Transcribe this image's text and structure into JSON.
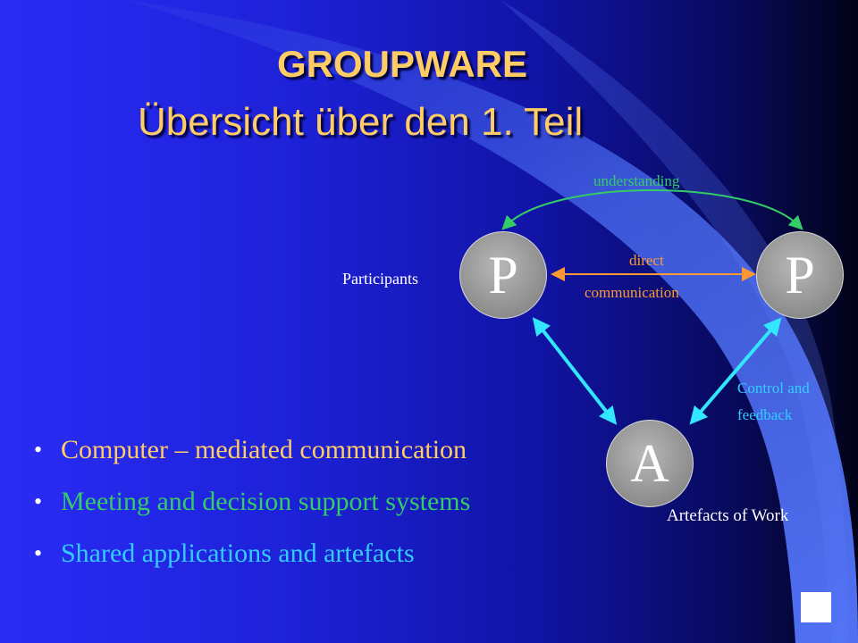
{
  "slide": {
    "title_line1": "GROUPWARE",
    "title_line2": "Übersicht über den 1. Teil"
  },
  "diagram": {
    "nodes": {
      "p_left": "P",
      "p_right": "P",
      "a": "A"
    },
    "labels": {
      "participants": "Participants",
      "understanding": "understanding",
      "direct": "direct",
      "communication": "communication",
      "control_feedback": "Control and feedback",
      "artefacts": "Artefacts of Work"
    },
    "colors": {
      "understanding_arrow": "#33cc66",
      "communication_arrow": "#ff9933",
      "control_arrows": "#33e6ff"
    }
  },
  "bullets": [
    {
      "text": "Computer – mediated communication",
      "color": "#ffcc66"
    },
    {
      "text": "Meeting and decision support systems",
      "color": "#33cc66"
    },
    {
      "text": "Shared applications and artefacts",
      "color": "#33ccff"
    }
  ],
  "bullet_marker": "•",
  "colors": {
    "title": "#ffcc66",
    "background": "#1d21d6",
    "swoosh": "#4a6cf0"
  },
  "icons": {
    "nav_button": "white-square-icon"
  }
}
